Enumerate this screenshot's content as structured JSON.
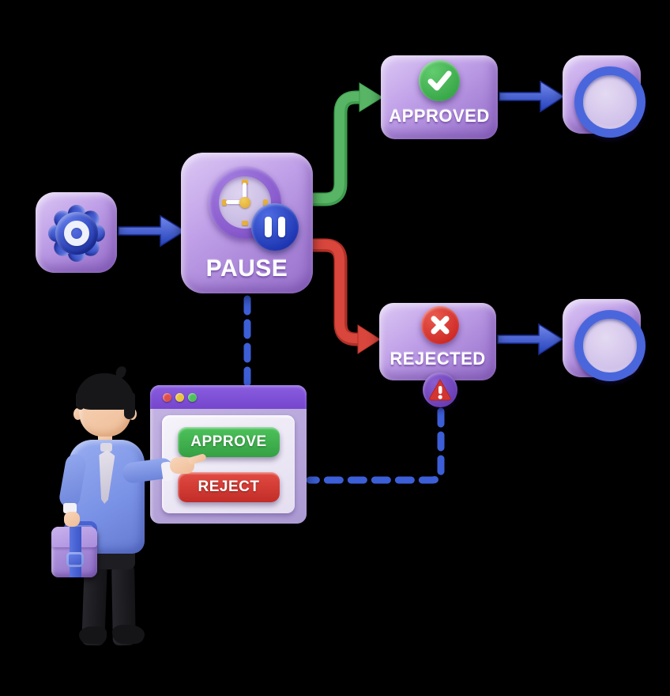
{
  "illustration": {
    "background_color": "#000000",
    "box_color": "#b995e2"
  },
  "nodes": {
    "start": {
      "icon": "gear-icon",
      "gear_color": "#3b52cc"
    },
    "pause": {
      "label": "PAUSE",
      "icon": "clock-icon",
      "badge_icon": "pause-icon",
      "badge_color": "#2038b4",
      "clock_marker_color": "#e6b13e"
    },
    "approved": {
      "label": "APPROVED",
      "icon": "check-icon",
      "badge_color": "#3aa94a"
    },
    "rejected": {
      "label": "REJECTED",
      "icon": "x-icon",
      "badge_color": "#d02c28",
      "warning_icon": "warning-icon",
      "warning_triangle_color": "#d43530"
    },
    "end_top": {
      "icon": "ring-icon",
      "ring_color": "#4a66dc"
    },
    "end_bottom": {
      "icon": "ring-icon",
      "ring_color": "#4a66dc"
    }
  },
  "connectors": {
    "start_to_pause": {
      "style": "solid-arrow",
      "color": "#3558d4"
    },
    "pause_to_approved": {
      "style": "solid-arrow",
      "color": "#58b565"
    },
    "pause_to_rejected": {
      "style": "solid-arrow",
      "color": "#d8463c"
    },
    "approved_to_end": {
      "style": "solid-arrow",
      "color": "#3558d4"
    },
    "rejected_to_end": {
      "style": "solid-arrow",
      "color": "#3558d4"
    },
    "pause_to_window": {
      "style": "dashed",
      "color": "#3c5ed6"
    },
    "warning_to_window": {
      "style": "dashed",
      "color": "#3c5ed6"
    }
  },
  "window": {
    "titlebar_color": "#7a4ed2",
    "traffic_lights": [
      "#e04f48",
      "#e9c43e",
      "#4dc15a"
    ],
    "buttons": [
      {
        "label": "APPROVE",
        "color": "#3cb14c"
      },
      {
        "label": "REJECT",
        "color": "#d93a35"
      }
    ]
  },
  "character": {
    "icon": "businessman-figure",
    "shirt_color": "#7b93e6",
    "tie_color": "#dcd8e4",
    "briefcase_color": "#a184d4",
    "hair_color": "#17171a"
  }
}
